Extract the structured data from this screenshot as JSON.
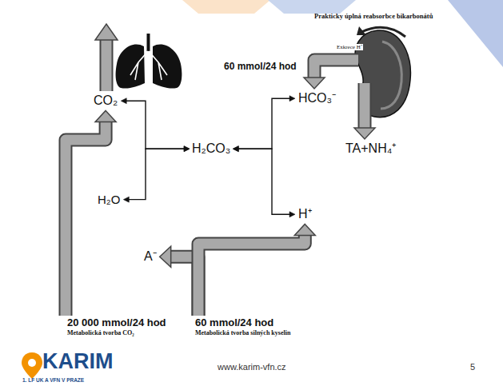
{
  "diagram": {
    "nodes": [
      {
        "text": [
          "CO₂"
        ]
      },
      {
        "text": [
          "H₂O"
        ]
      },
      {
        "text": [
          "H₂CO₃"
        ]
      },
      {
        "text": [
          "HCO₃⁻"
        ]
      },
      {
        "text": [
          "H⁺"
        ]
      },
      {
        "text": [
          "A⁻"
        ]
      },
      {
        "text": [
          "TA+NH₄⁺"
        ]
      },
      {
        "text": [
          "20 000 mmol/24 hod",
          "Metabolická tvorba CO₂"
        ]
      },
      {
        "text": [
          "60 mmol/24 hod",
          "Metabolická tvorba silných kyselin"
        ]
      }
    ],
    "edges": [
      {
        "from": 2,
        "to": 0,
        "arrow": "both"
      },
      {
        "from": 2,
        "to": 1,
        "arrow": "both"
      },
      {
        "from": 2,
        "to": 3,
        "arrow": "both"
      },
      {
        "from": 2,
        "to": 4,
        "arrow": "both"
      },
      {
        "from": 7,
        "to": 0,
        "arrow": "to"
      },
      {
        "from": 8,
        "to": 5,
        "arrow": "to"
      },
      {
        "from": 8,
        "to": 4,
        "arrow": "to"
      }
    ],
    "labels": [
      "Prakticky úplná reabsorbce bikarbonátů",
      "Exkrece H⁺",
      "60 mmol/24 hod",
      "KARIM",
      "1. LF UK A VFN V PRAZE",
      "www.karim-vfn.cz",
      "5"
    ]
  }
}
